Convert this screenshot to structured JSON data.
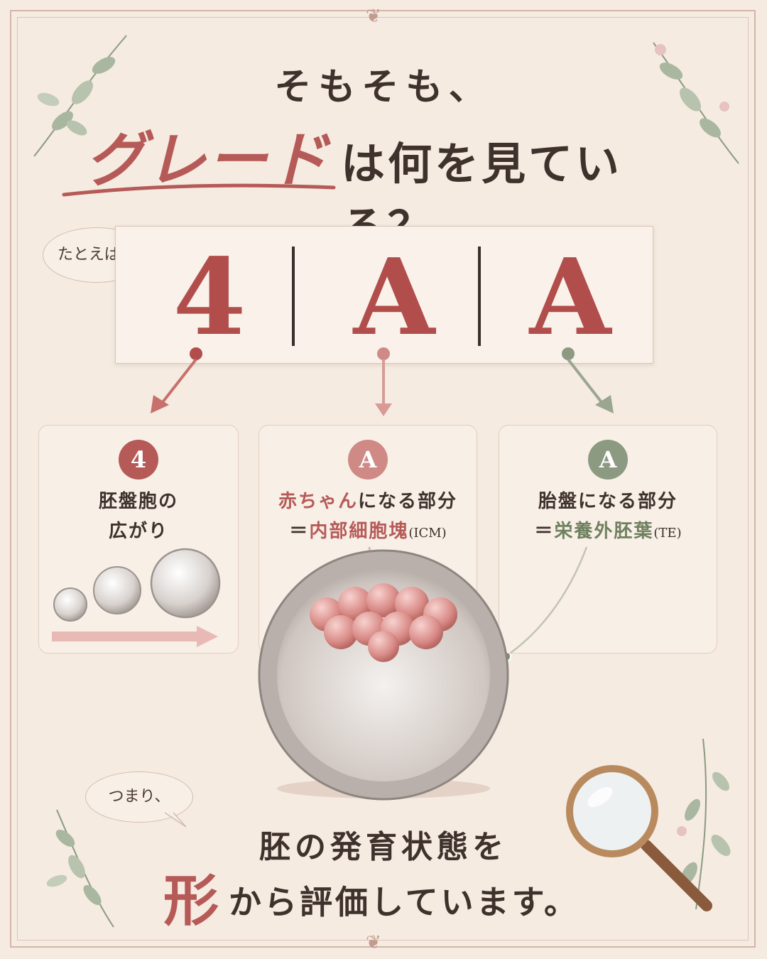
{
  "title": {
    "line1": "そもそも、",
    "grade_word": "グレード",
    "line2_rest": "は何を見ている？"
  },
  "example_bubble": "たとえば、",
  "grade": {
    "letters": [
      "4",
      "A",
      "A"
    ]
  },
  "panels": [
    {
      "badge": "4",
      "line1": "胚盤胞の",
      "line2": "広がり"
    },
    {
      "badge": "A",
      "line1_accent": "赤ちゃん",
      "line1_rest": "になる部分",
      "line2_prefix": "＝",
      "line2_accent": "内部細胞塊",
      "line2_paren": "(ICM)"
    },
    {
      "badge": "A",
      "line1": "胎盤になる部分",
      "line2_prefix": "＝",
      "line2_accent": "栄養外胚葉",
      "line2_paren": "(TE)"
    }
  ],
  "summary": {
    "bubble": "つまり、",
    "line1": "胚の発育状態を",
    "line2_accent": "形",
    "line2_rest": "から評価しています。"
  },
  "colors": {
    "background": "#f5ebe1",
    "accent_red": "#b65a58",
    "accent_pink": "#cf8a86",
    "accent_green": "#8c9a82",
    "text": "#3f322d"
  }
}
